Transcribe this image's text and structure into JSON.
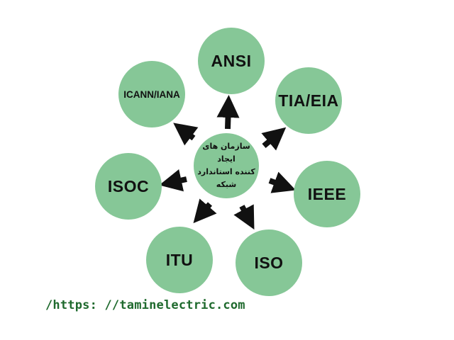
{
  "colors": {
    "node": "#86c797",
    "arrow": "#111111",
    "url": "#1f6a2e"
  },
  "center": {
    "line1": "سازمان های ایجاد",
    "line2": "کننده استاندارد شبکه"
  },
  "nodes": {
    "ansi": "ANSI",
    "tia_eia": "TIA/EIA",
    "ieee": "IEEE",
    "iso": "ISO",
    "itu": "ITU",
    "isoc": "ISOC",
    "icann_iana": "ICANN/IANA"
  },
  "watermark": "/https: //taminelectric.com"
}
